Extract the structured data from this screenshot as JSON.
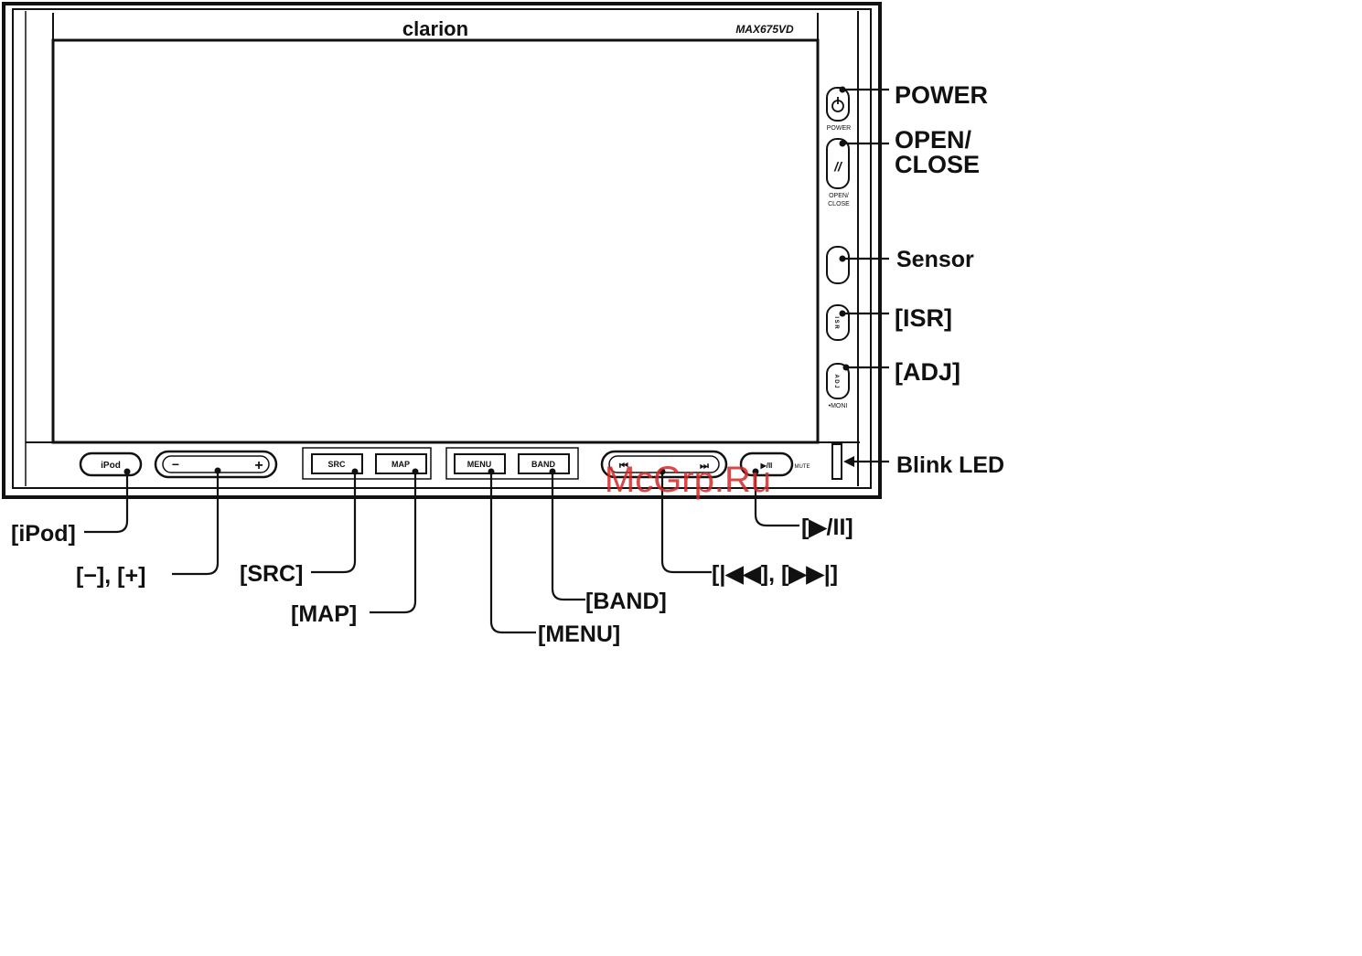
{
  "device": {
    "brand": "clarion",
    "model": "MAX675VD"
  },
  "bottom_buttons": {
    "ipod": "iPod",
    "vol_minus": "−",
    "vol_plus": "+",
    "src": "SRC",
    "map": "MAP",
    "menu": "MENU",
    "band": "BAND",
    "skip_back": "⏮",
    "skip_forward": "⏭",
    "play_pause": "▶/II",
    "mute": "MUTE"
  },
  "side_buttons": {
    "power": "POWER",
    "open_close_line1": "OPEN/",
    "open_close_line2": "CLOSE",
    "isr": "I S R",
    "adj": "A D J",
    "moni": "•MONI"
  },
  "callouts": {
    "power": "POWER",
    "open_close_1": "OPEN/",
    "open_close_2": "CLOSE",
    "sensor": "Sensor",
    "isr": "[ISR]",
    "adj": "[ADJ]",
    "blink_led": "Blink LED",
    "ipod": "[iPod]",
    "minus_plus": "[−], [+]",
    "src": "[SRC]",
    "map": "[MAP]",
    "menu": "[MENU]",
    "band": "[BAND]",
    "skip": "[|◀◀], [▶▶|]",
    "play_pause": "[▶/II]"
  },
  "watermark": "McGrp.Ru"
}
